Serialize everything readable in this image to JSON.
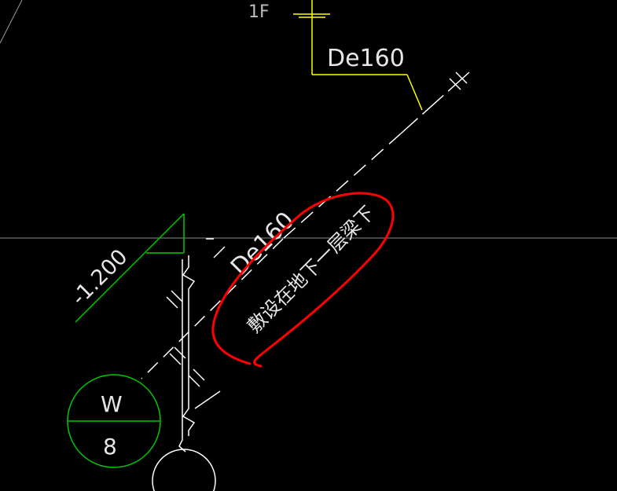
{
  "drawing": {
    "floor_label": "1F",
    "pipe_label_top": "De160",
    "pipe_label_diag": "De160",
    "note_text": "敷设在地下一层梁下",
    "elevation_label": "-1.200",
    "drain_symbol": {
      "letter": "W",
      "number": "8"
    }
  },
  "colors": {
    "background": "#000000",
    "white_line": "#ffffff",
    "yellow": "#ffff00",
    "green": "#00c800",
    "red": "#ff0000",
    "grid_line": "#808080"
  }
}
